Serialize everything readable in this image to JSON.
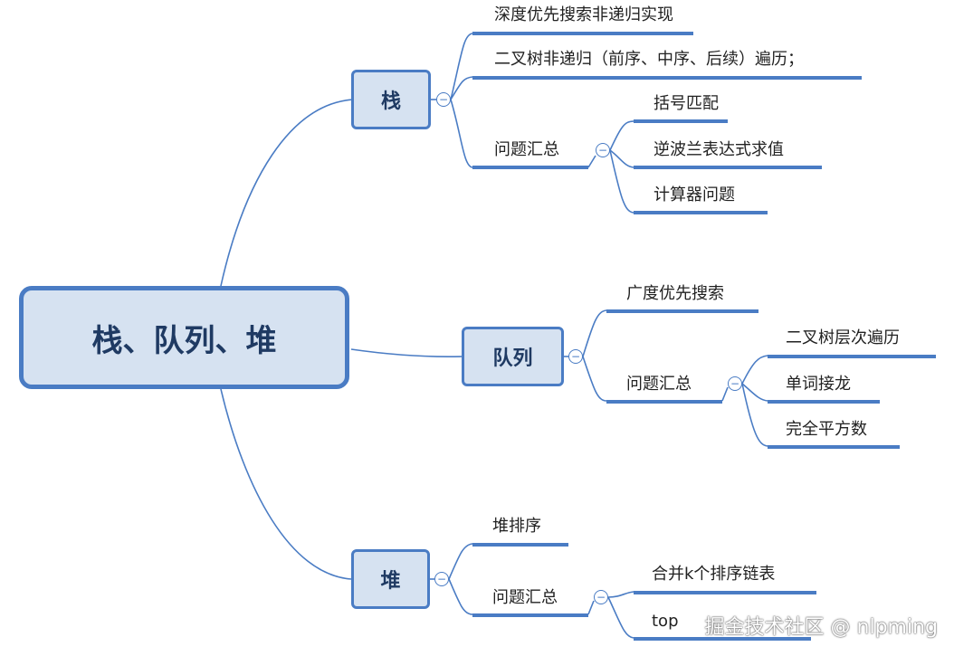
{
  "root": "栈、队列、堆",
  "toggle_symbol": "−",
  "stack": {
    "label": "栈",
    "items": [
      "深度优先搜索非递归实现",
      "二叉树非递归（前序、中序、后续）遍历；"
    ],
    "problems": {
      "label": "问题汇总",
      "items": [
        "括号匹配",
        "逆波兰表达式求值",
        "计算器问题"
      ]
    }
  },
  "queue": {
    "label": "队列",
    "items": [
      "广度优先搜索"
    ],
    "problems": {
      "label": "问题汇总",
      "items": [
        "二叉树层次遍历",
        "单词接龙",
        "完全平方数"
      ]
    }
  },
  "heap": {
    "label": "堆",
    "items": [
      "堆排序"
    ],
    "problems": {
      "label": "问题汇总",
      "items": [
        "合并k个排序链表",
        "top"
      ]
    }
  },
  "watermark": "掘金技术社区 @ nlpming",
  "colors": {
    "line": "#4a7cc4",
    "node_fill": "#d6e2f1",
    "node_text": "#1f3a63"
  }
}
